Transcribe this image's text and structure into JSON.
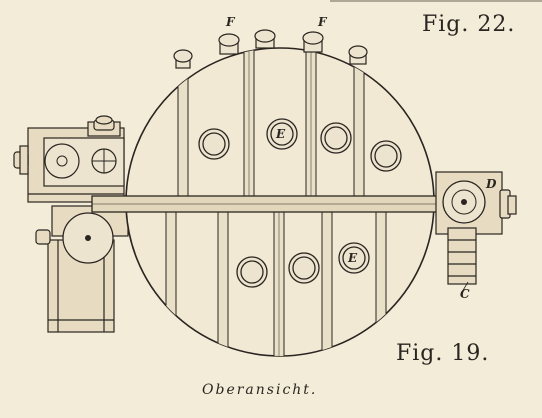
{
  "figures": {
    "top_right": "Fig. 22.",
    "bottom_right": "Fig. 19."
  },
  "caption": "Oberansicht.",
  "letters": {
    "F1": "F",
    "F2": "F",
    "D": "D",
    "C": "C",
    "E1": "E",
    "E2": "E"
  },
  "colors": {
    "paper": "#f3ecd9",
    "ink": "#2a2520",
    "metal_tint": "#e7dcc2",
    "bolt_tint": "#ece4cf"
  }
}
